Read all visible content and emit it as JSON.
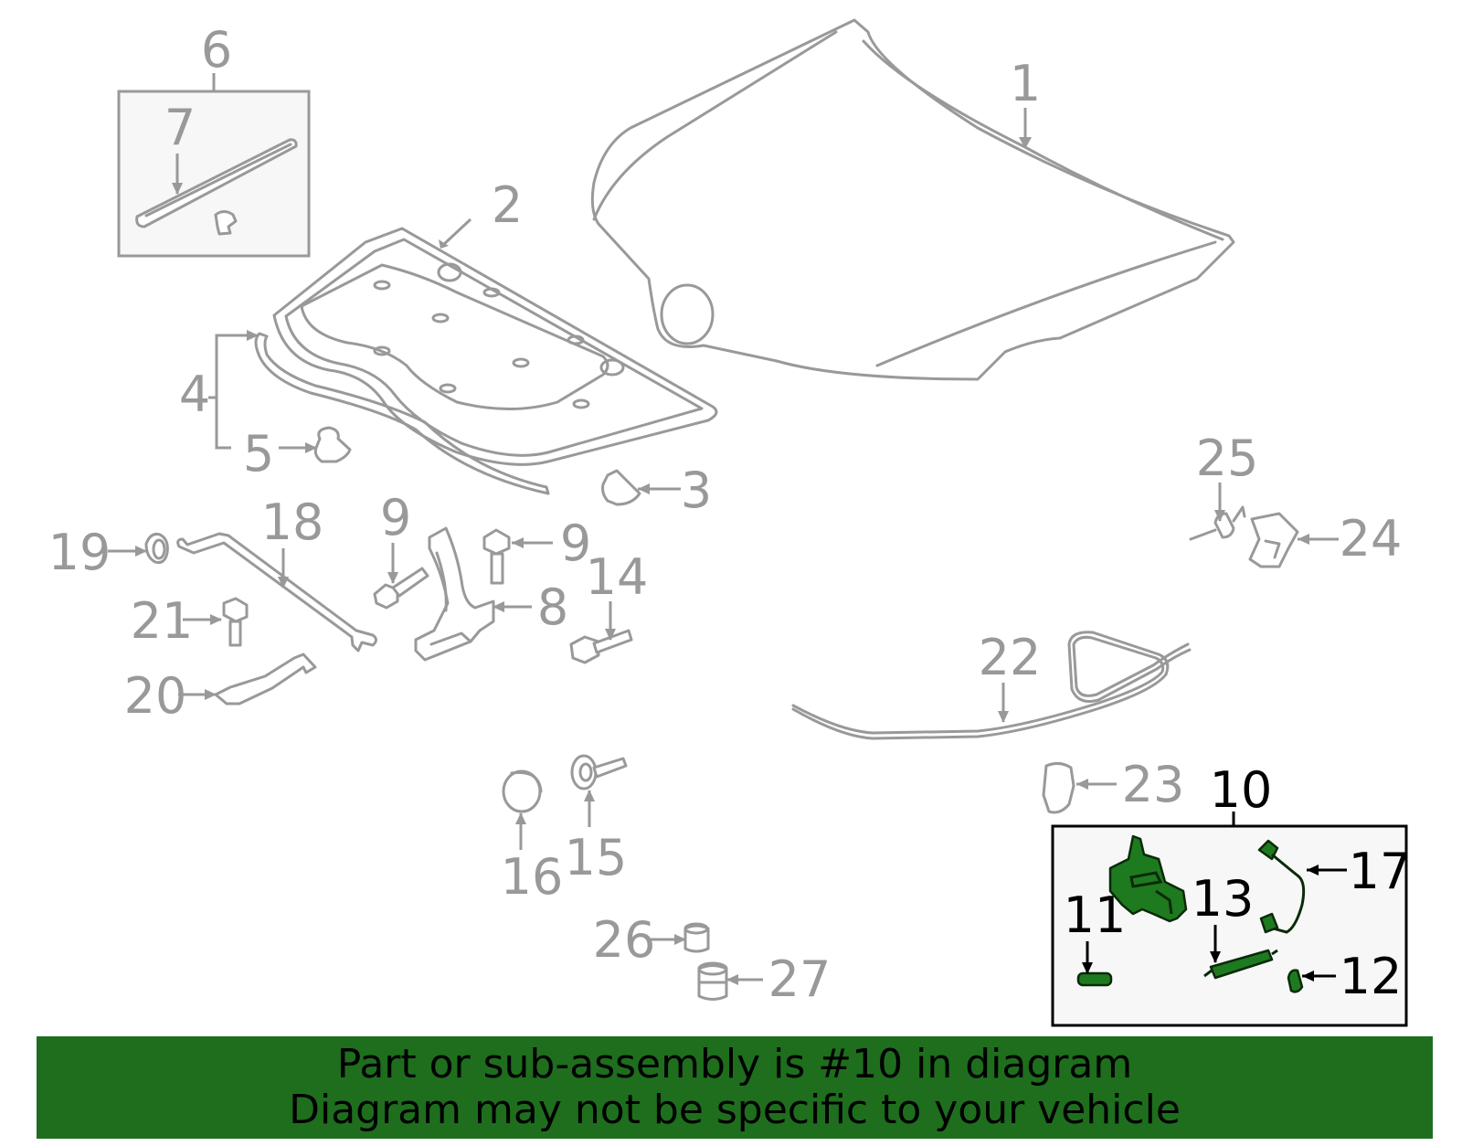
{
  "colors": {
    "part_line": "#999999",
    "highlight_fill": "#1e7a1e",
    "highlight_label": "#000000",
    "banner_bg": "#1e6e1e",
    "inset_bg": "#f7f7f7"
  },
  "callouts": {
    "c1": "1",
    "c2": "2",
    "c3": "3",
    "c4": "4",
    "c5": "5",
    "c6": "6",
    "c7": "7",
    "c8": "8",
    "c9a": "9",
    "c9b": "9",
    "c10": "10",
    "c11": "11",
    "c12": "12",
    "c13": "13",
    "c14": "14",
    "c15": "15",
    "c16": "16",
    "c17": "17",
    "c18": "18",
    "c19": "19",
    "c20": "20",
    "c21": "21",
    "c22": "22",
    "c23": "23",
    "c24": "24",
    "c25": "25",
    "c26": "26",
    "c27": "27"
  },
  "highlighted_part": "10",
  "banner": {
    "line1": "Part or sub-assembly is #10 in diagram",
    "line2": "Diagram may not be specific to your vehicle"
  }
}
